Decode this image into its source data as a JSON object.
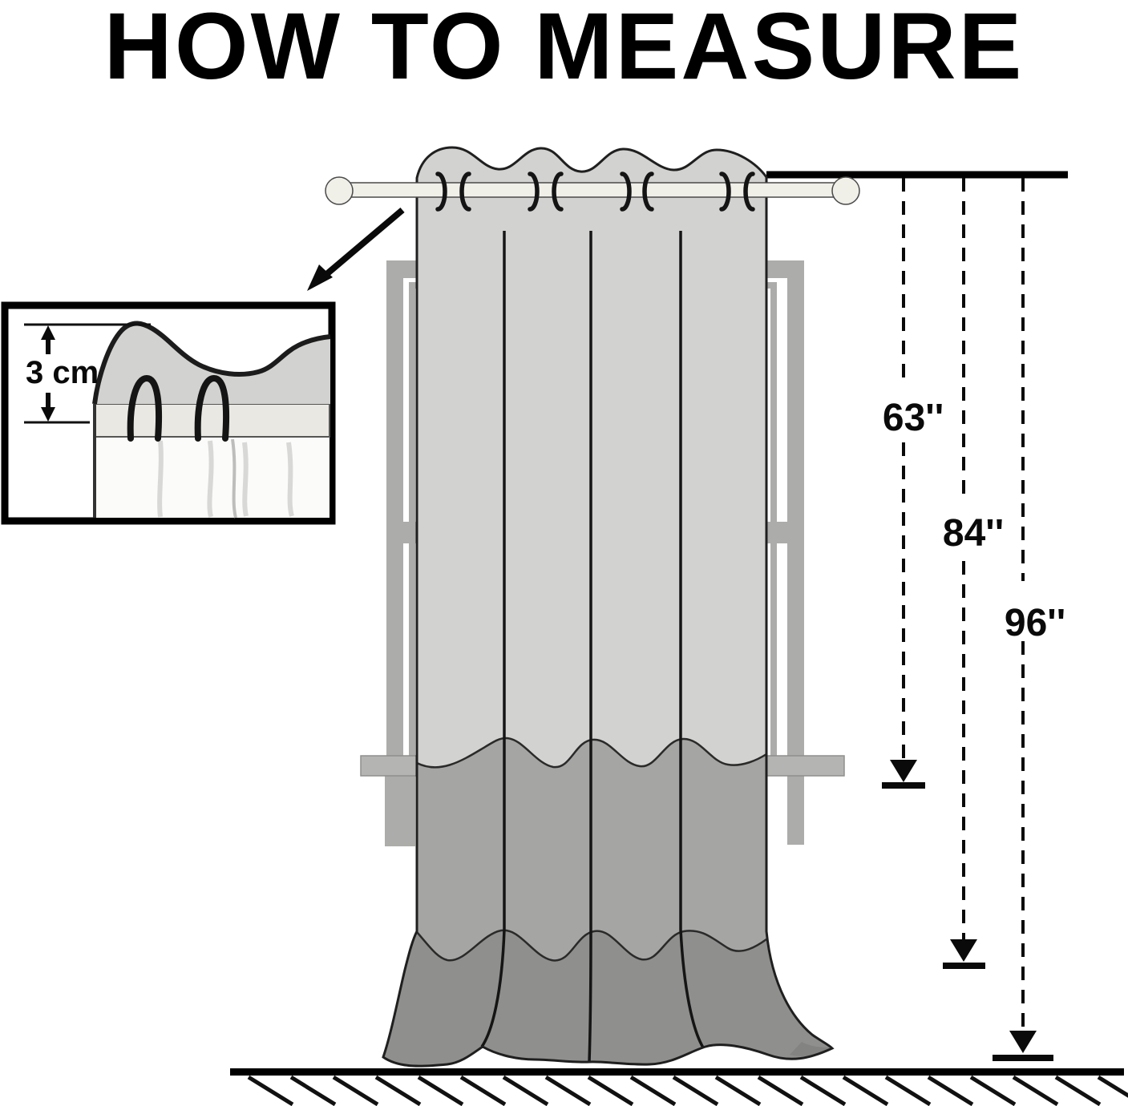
{
  "title": "HOW TO MEASURE",
  "inset": {
    "measurement": "3 cm"
  },
  "measurements": {
    "first": "63''",
    "second": "84''",
    "third": "96''"
  },
  "colors": {
    "curtain_top": "#d2d2d0",
    "curtain_mid": "#a5a5a3",
    "curtain_bottom": "#8f8f8d",
    "outline": "#1f1f1f",
    "frame": "#acacaa",
    "sill": "#b4b4b2",
    "rod": "#f0efe8",
    "ring": "#141414",
    "inset_band": "#eae8e2",
    "inset_fabric": "#fbfbfa",
    "ink": "#000000"
  }
}
